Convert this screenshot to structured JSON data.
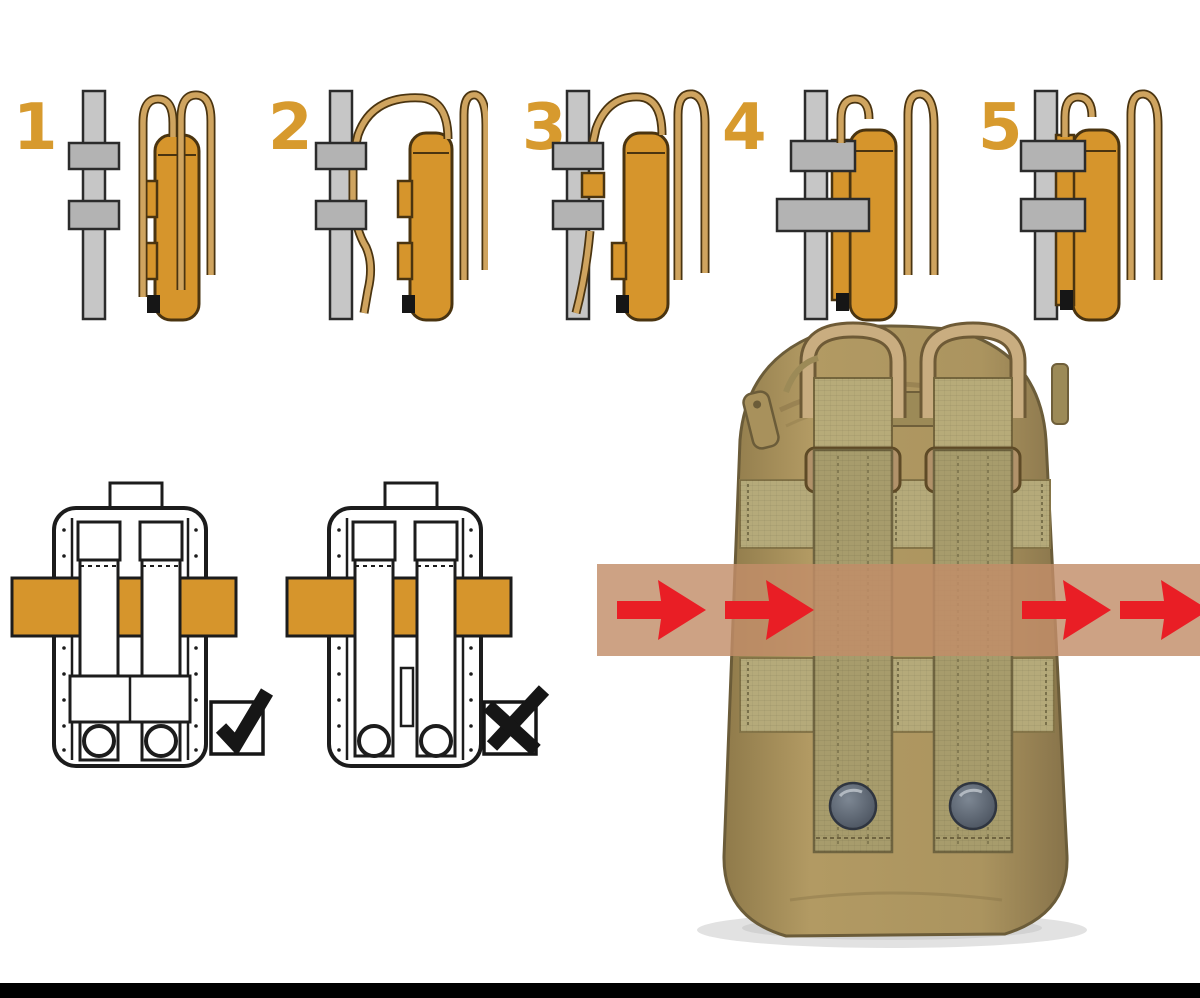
{
  "document": {
    "kind": "molle-pouch-attachment-instructions",
    "language": "none (pictorial only)"
  },
  "steps": [
    {
      "number": "1",
      "icon": "pouch-straps-open"
    },
    {
      "number": "2",
      "icon": "strap-threaded-through-top-loop"
    },
    {
      "number": "3",
      "icon": "strap-woven-behind-webbing"
    },
    {
      "number": "4",
      "icon": "webbing-woven-over-strap"
    },
    {
      "number": "5",
      "icon": "strap-fully-secured"
    }
  ],
  "comparison": {
    "correct": {
      "icon": "checkmark",
      "meaning": "correct weave"
    },
    "incorrect": {
      "icon": "x-mark",
      "meaning": "incorrect weave"
    }
  },
  "photo": {
    "subject": "tactical-pouch-back-with-molle-straps",
    "arrow_icon": "arrow-right",
    "arrow_count": 4,
    "arrow_direction": "right"
  },
  "colors": {
    "step_number": "#d79a2e",
    "belt_orange": "#d6952c",
    "strap_tan": "#cfa45f",
    "strap_outline": "#4a3410",
    "gray_bar": "#c6c6c6",
    "gray_clamp": "#b3b3b3",
    "diagram_outline": "#1c1c1c",
    "mark_black": "#161616",
    "pouch_khaki": "#a9945f",
    "strap_khaki": "#a79c6c",
    "band_tan": "#c28d69",
    "arrow_red": "#e91e25",
    "snap_gray": "#5c6570"
  }
}
